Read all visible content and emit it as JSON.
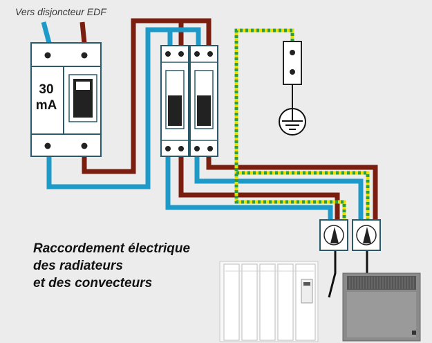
{
  "diagram": {
    "source_label": "Vers disjoncteur EDF",
    "breaker_rating_line1": "30",
    "breaker_rating_line2": "mA",
    "caption_lines": [
      "Raccordement électrique",
      "des radiateurs",
      "et des convecteurs"
    ]
  },
  "colors": {
    "background": "#ececec",
    "neutral_wire": "#1e9ac8",
    "phase_wire": "#7a1e10",
    "earth_wire_yellow": "#e8e000",
    "earth_wire_green": "#2e9e3a",
    "device_body": "#ffffff",
    "device_outline": "#2a5a6a"
  },
  "icons": {
    "ground": "earth-ground-symbol",
    "outlet": "wall-socket-icon",
    "radiator": "radiator-heater",
    "convector": "convector-heater"
  }
}
